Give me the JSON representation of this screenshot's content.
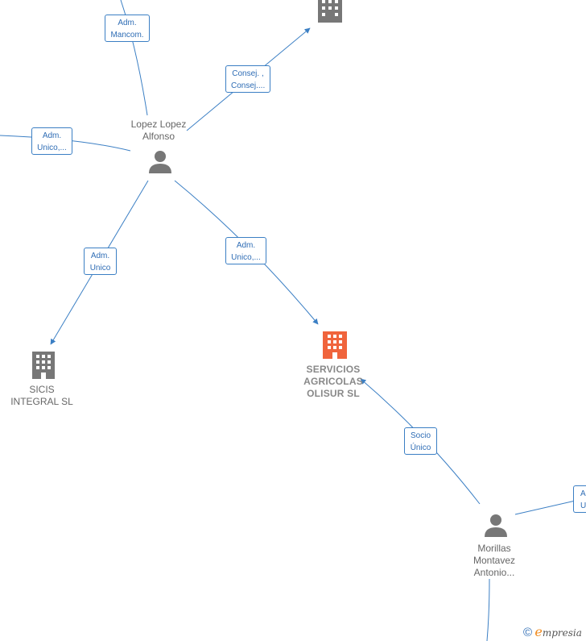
{
  "nodes": {
    "lopez": {
      "label": "Lopez Lopez\nAlfonso",
      "icon": "person-icon"
    },
    "servicios": {
      "label": "SERVICIOS\nAGRICOLAS\nOLISUR  SL",
      "icon": "building-icon",
      "color": "#f0643c"
    },
    "sicis": {
      "label": "SICIS\nINTEGRAL  SL",
      "icon": "building-icon"
    },
    "morillas": {
      "label": "Morillas\nMontavez\nAntonio...",
      "icon": "person-icon"
    },
    "top_company": {
      "icon": "building-icon"
    }
  },
  "edges": {
    "adm_mancom": "Adm.\nMancom.",
    "consej": "Consej. ,\nConsej....",
    "adm_unico_left": "Adm.\nUnico,...",
    "adm_unico_sicis": "Adm.\nUnico",
    "adm_unico_servicios": "Adm.\nUnico,...",
    "socio_unico": "Socio\nÚnico",
    "adm_unico_right": "A\nU"
  },
  "colors": {
    "edge": "#3b7fc4",
    "icon_gray": "#777777",
    "highlight": "#f0643c"
  },
  "brand": {
    "copyright": "©",
    "e": "e",
    "rest": "mpresia"
  }
}
